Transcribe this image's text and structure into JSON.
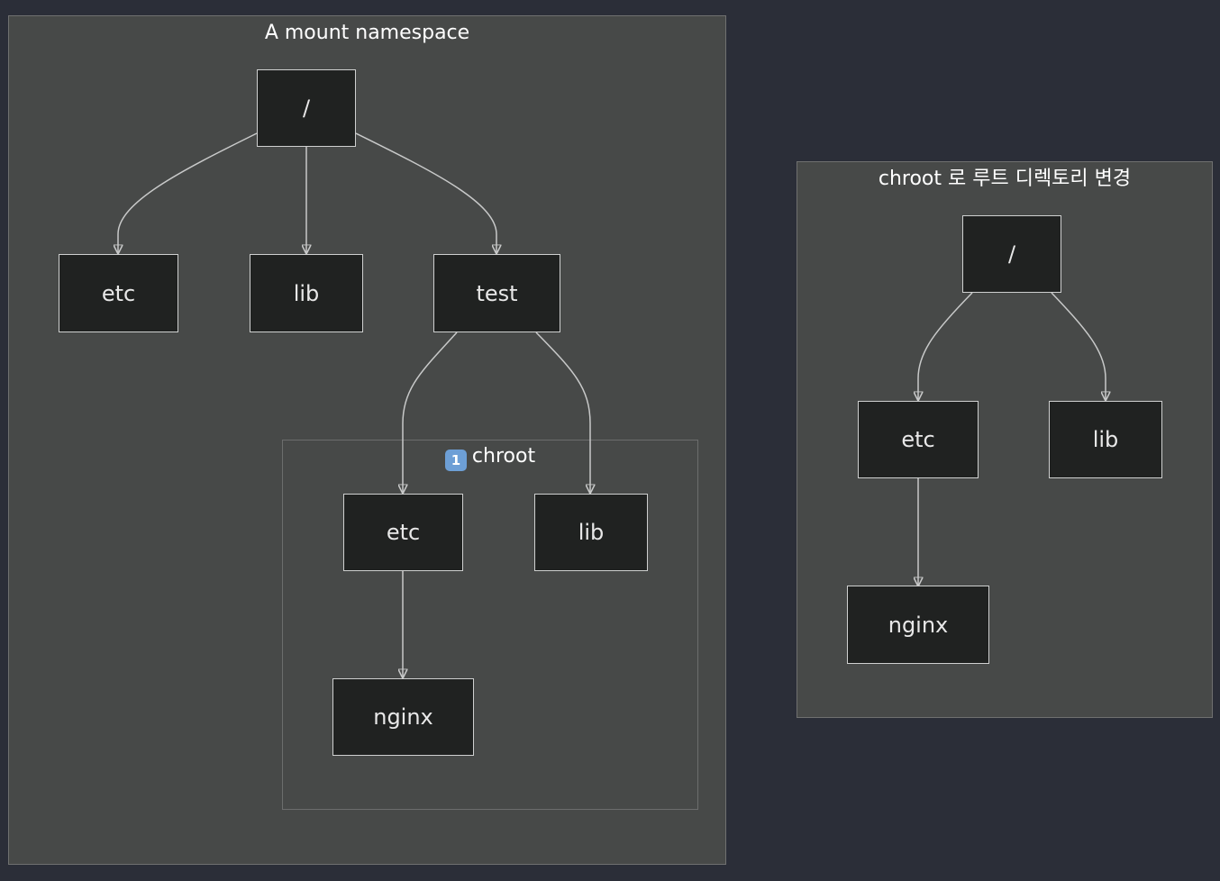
{
  "colors": {
    "background": "#2b2e38",
    "cluster_fill": "#474948",
    "node_fill": "#202221",
    "node_border": "#cfd0d0",
    "edge": "#c8c9c9",
    "badge": "#6d9fd6"
  },
  "clusters": {
    "namespace": {
      "title": "A mount namespace"
    },
    "chroot": {
      "badge": "1",
      "title": "chroot"
    },
    "changed_root": {
      "title": "chroot 로 루트 디렉토리 변경"
    }
  },
  "nodes": {
    "ns_root": "/",
    "ns_etc": "etc",
    "ns_lib": "lib",
    "ns_test": "test",
    "chroot_etc": "etc",
    "chroot_lib": "lib",
    "chroot_nginx": "nginx",
    "right_root": "/",
    "right_etc": "etc",
    "right_lib": "lib",
    "right_nginx": "nginx"
  },
  "edges": [
    {
      "from": "ns_root",
      "to": "ns_etc"
    },
    {
      "from": "ns_root",
      "to": "ns_lib"
    },
    {
      "from": "ns_root",
      "to": "ns_test"
    },
    {
      "from": "ns_test",
      "to": "chroot_etc"
    },
    {
      "from": "ns_test",
      "to": "chroot_lib"
    },
    {
      "from": "chroot_etc",
      "to": "chroot_nginx"
    },
    {
      "from": "right_root",
      "to": "right_etc"
    },
    {
      "from": "right_root",
      "to": "right_lib"
    },
    {
      "from": "right_etc",
      "to": "right_nginx"
    }
  ]
}
